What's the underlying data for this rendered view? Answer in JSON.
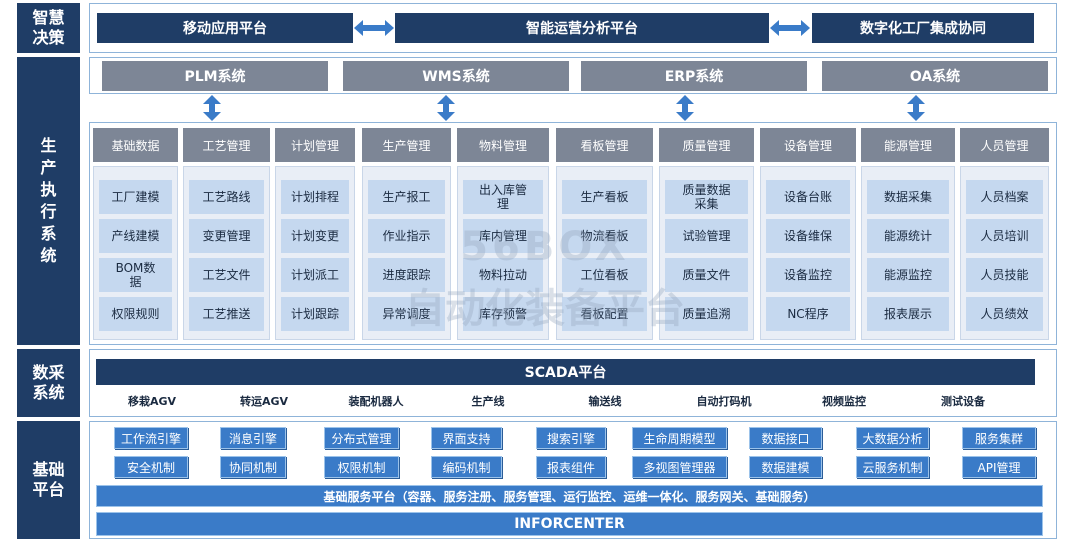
{
  "layers": {
    "decision": "智慧决策",
    "production": "生产执行系统",
    "collection": "数采系统",
    "foundation": "基础平台"
  },
  "decision_platforms": [
    "移动应用平台",
    "智能运营分析平台",
    "数字化工厂集成协同"
  ],
  "systems": [
    "PLM系统",
    "WMS系统",
    "ERP系统",
    "OA系统"
  ],
  "modules": [
    {
      "title": "基础数据",
      "items": [
        "工厂建模",
        "产线建模",
        "BOM数据",
        "权限规则"
      ]
    },
    {
      "title": "工艺管理",
      "items": [
        "工艺路线",
        "变更管理",
        "工艺文件",
        "工艺推送"
      ]
    },
    {
      "title": "计划管理",
      "items": [
        "计划排程",
        "计划变更",
        "计划派工",
        "计划跟踪"
      ]
    },
    {
      "title": "生产管理",
      "items": [
        "生产报工",
        "作业指示",
        "进度跟踪",
        "异常调度"
      ]
    },
    {
      "title": "物料管理",
      "items": [
        "出入库管理",
        "库内管理",
        "物料拉动",
        "库存预警"
      ]
    },
    {
      "title": "看板管理",
      "items": [
        "生产看板",
        "物流看板",
        "工位看板",
        "看板配置"
      ]
    },
    {
      "title": "质量管理",
      "items": [
        "质量数据采集",
        "试验管理",
        "质量文件",
        "质量追溯"
      ]
    },
    {
      "title": "设备管理",
      "items": [
        "设备台账",
        "设备维保",
        "设备监控",
        "NC程序"
      ]
    },
    {
      "title": "能源管理",
      "items": [
        "数据采集",
        "能源统计",
        "能源监控",
        "报表展示"
      ]
    },
    {
      "title": "人员管理",
      "items": [
        "人员档案",
        "人员培训",
        "人员技能",
        "人员绩效"
      ]
    }
  ],
  "scada": {
    "title": "SCADA平台",
    "devices": [
      "移栽AGV",
      "转运AGV",
      "装配机器人",
      "生产线",
      "输送线",
      "自动打码机",
      "视频监控",
      "测试设备"
    ]
  },
  "foundation": {
    "row1": [
      "工作流引擎",
      "消息引擎",
      "分布式管理",
      "界面支持",
      "搜索引擎",
      "生命周期模型",
      "数据接口",
      "大数据分析",
      "服务集群"
    ],
    "row2": [
      "安全机制",
      "协同机制",
      "权限机制",
      "编码机制",
      "报表组件",
      "多视图管理器",
      "数据建模",
      "云服务机制",
      "API管理"
    ],
    "service_bar": "基础服务平台（容器、服务注册、服务管理、运行监控、运维一体化、服务网关、基础服务）",
    "infor_bar": "INFORCENTER"
  },
  "watermark": {
    "line1": "56BOX",
    "line2": "自动化装备平台"
  },
  "colors": {
    "dark_navy": "#1f3d66",
    "grey_header": "#7d8696",
    "light_cell": "#c5d8ef",
    "blue_button": "#3a7bc8",
    "frame_border": "#8fb4d9"
  }
}
